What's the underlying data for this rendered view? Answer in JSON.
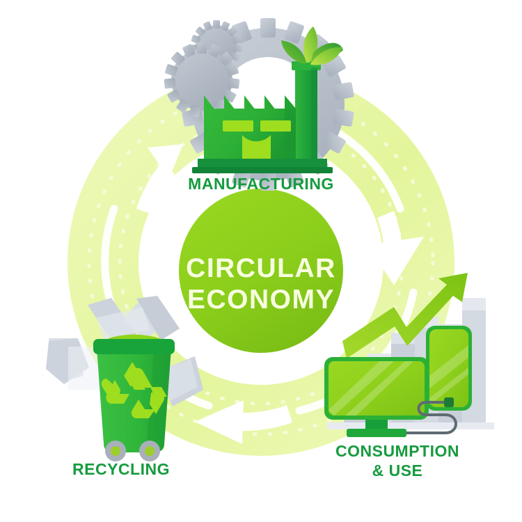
{
  "infographic": {
    "title": "CIRCULAR ECONOMY",
    "center": {
      "line1": "CIRCULAR",
      "line2": "ECONOMY",
      "text_color": "#f7fde0",
      "circle_color": "#8ecf1c"
    },
    "background_color": "#ffffff",
    "ring": {
      "band_color": "#e6f6a4",
      "inner_stroke_color": "#ffffff",
      "dotted_color": "#f2fbcf"
    },
    "stages": [
      {
        "id": "manufacturing",
        "label": "MANUFACTURING",
        "label_color": "#169b3f",
        "position": "top",
        "icon_name": "factory-icon",
        "icon_parts": [
          "gears",
          "factory-building",
          "sawtooth-roof",
          "windows",
          "arched-door",
          "chimney",
          "leaves",
          "base-platform"
        ],
        "colors": {
          "building": "#2eb135",
          "building_dark": "#1f9a34",
          "window": "#9ede1f",
          "chimney": "#1f9e3c",
          "leaf_light": "#a8dd3c",
          "leaf_dark": "#3cb043",
          "gear": "#b7bfc9",
          "base": "#13913a"
        }
      },
      {
        "id": "consumption",
        "label_line1": "CONSUMPTION",
        "label_line2": "& USE",
        "label_color": "#169b3f",
        "position": "bottom-right",
        "icon_name": "devices-icon",
        "icon_parts": [
          "monitor",
          "smartphone",
          "growth-arrow",
          "bar-chart",
          "power-cable",
          "plug"
        ],
        "colors": {
          "screen": "#8ed41a",
          "screen_border": "#2eb135",
          "arrow": "#8ec81e",
          "bar": "#c3cad6",
          "bar_light": "#dfe4ec",
          "cable": "#5d6b73"
        },
        "bar_heights": [
          60,
          95,
          125,
          150,
          170,
          205
        ]
      },
      {
        "id": "recycling",
        "label": "RECYCLING",
        "label_color": "#169b3f",
        "position": "bottom-left",
        "icon_name": "recycle-bin-icon",
        "icon_parts": [
          "recycle-arrows-backdrop",
          "bin-body",
          "bin-lid",
          "recycle-symbol",
          "wheels"
        ],
        "colors": {
          "bin": "#35b83c",
          "bin_dark": "#17a43b",
          "lid": "#17a43b",
          "symbol": "#9ede1f",
          "arrows_backdrop": "#ccd3dc",
          "wheel": "#a9b0ba",
          "wheel_hub": "#9ccf2b"
        }
      }
    ],
    "flow_arrows": [
      {
        "name": "arrow-to-manufacturing",
        "direction": "up-right",
        "color": "#ffffff"
      },
      {
        "name": "arrow-to-consumption",
        "direction": "down-right",
        "color": "#ffffff"
      },
      {
        "name": "arrow-to-recycling",
        "direction": "left",
        "color": "#ffffff"
      }
    ]
  }
}
